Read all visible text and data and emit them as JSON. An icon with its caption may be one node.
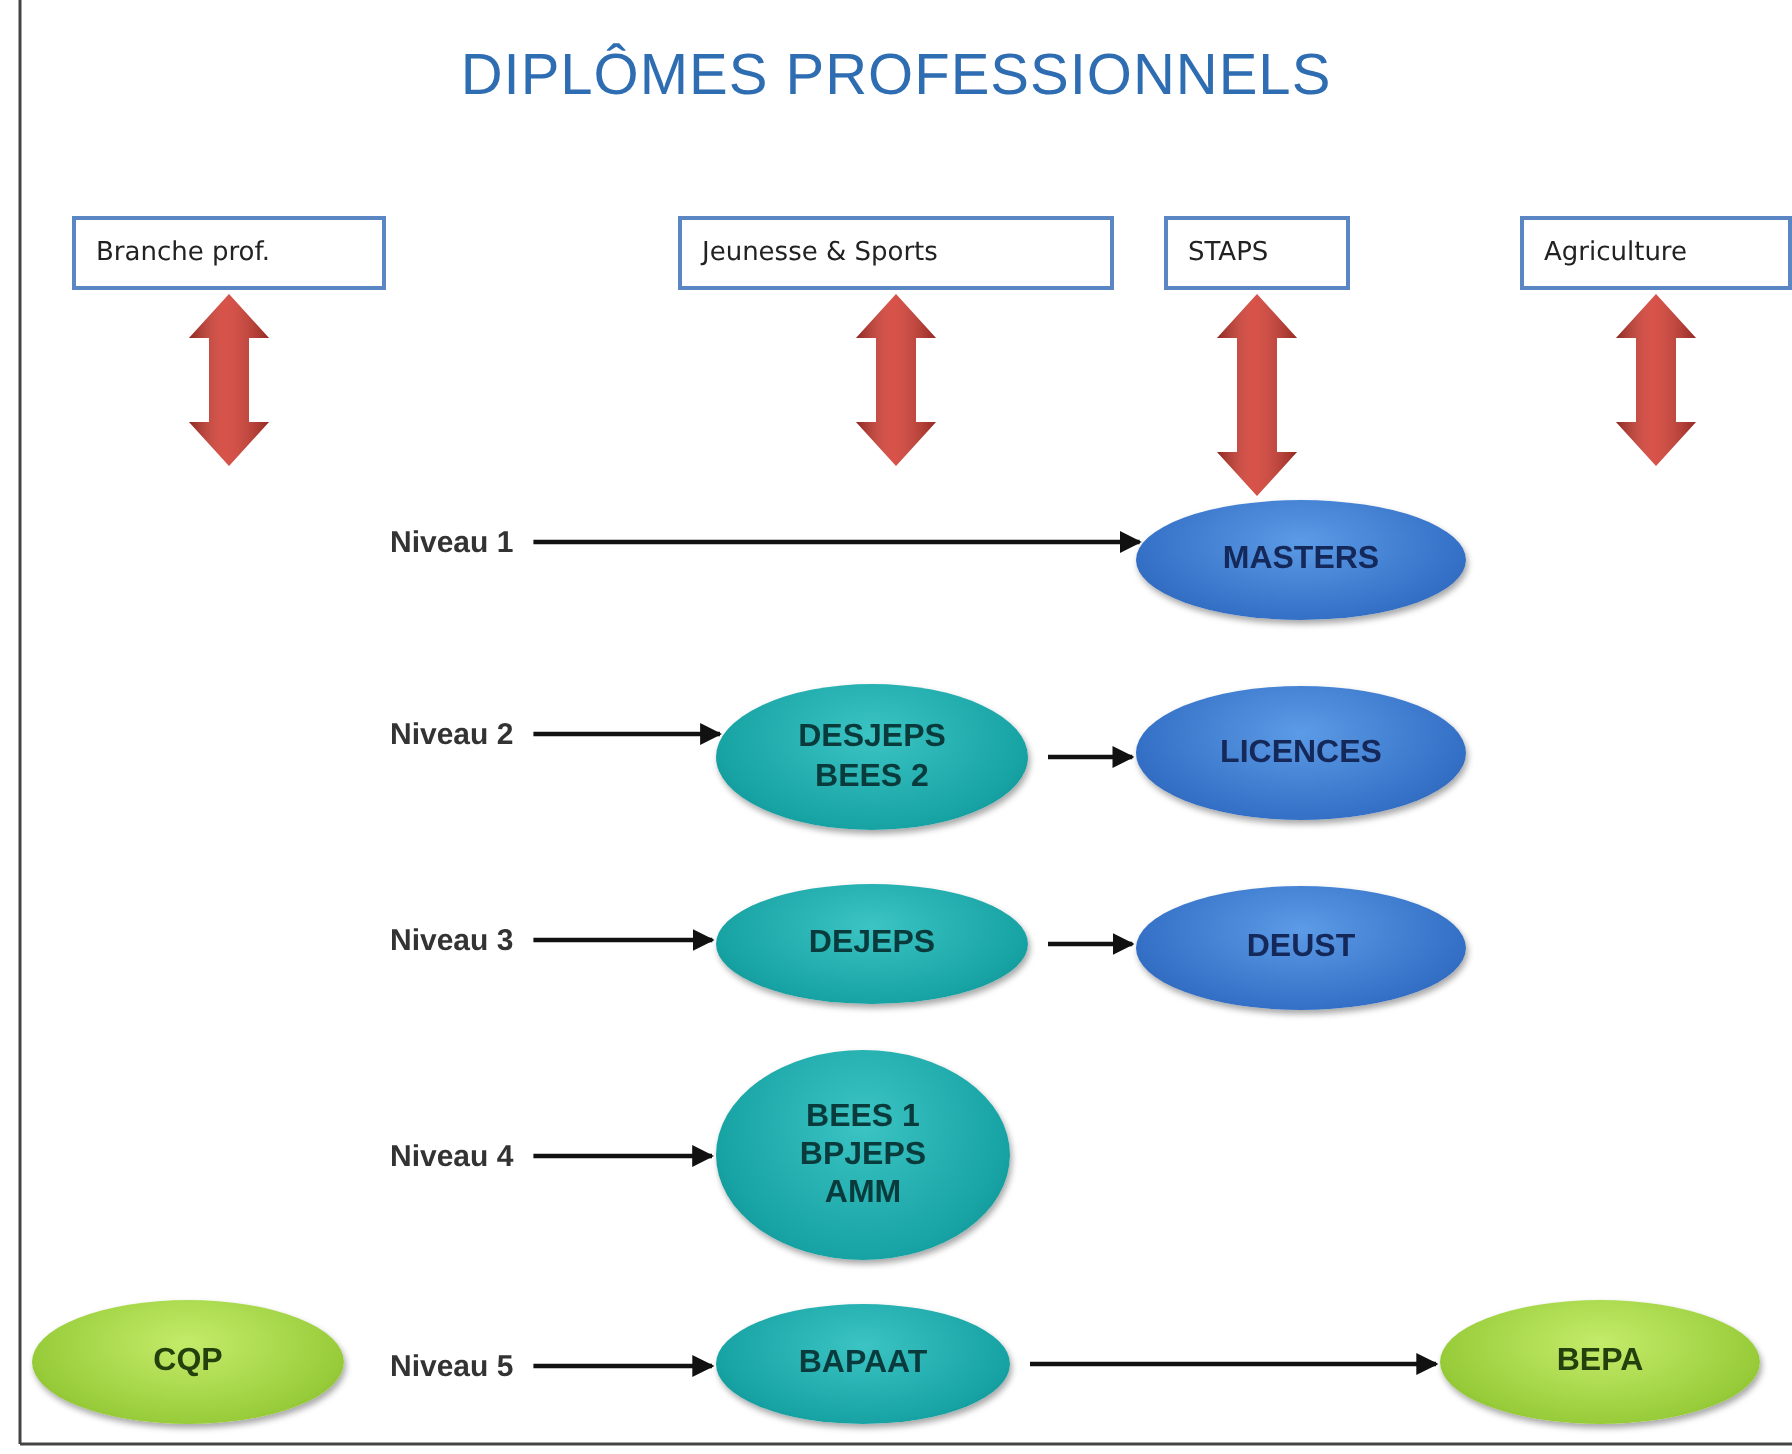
{
  "diagram": {
    "title": "DIPLÔMES PROFESSIONNELS",
    "nodes": [
      {
        "text": [
          "Branche prof."
        ]
      },
      {
        "text": [
          "Jeunesse & Sports"
        ]
      },
      {
        "text": [
          "STAPS"
        ]
      },
      {
        "text": [
          "Agriculture"
        ]
      },
      {
        "text": [
          "Niveau 1"
        ]
      },
      {
        "text": [
          "MASTERS"
        ]
      },
      {
        "text": [
          "Niveau 2"
        ]
      },
      {
        "text": [
          "DESJEPS BEES 2"
        ]
      },
      {
        "text": [
          "LICENCES"
        ]
      },
      {
        "text": [
          "Niveau 3"
        ]
      },
      {
        "text": [
          "DEJEPS"
        ]
      },
      {
        "text": [
          "DEUST"
        ]
      },
      {
        "text": [
          "Niveau 4"
        ]
      },
      {
        "text": [
          "BEES 1 BPJEPS AMM"
        ]
      },
      {
        "text": [
          "CQP"
        ]
      },
      {
        "text": [
          "Niveau 5"
        ]
      },
      {
        "text": [
          "BAPAAT"
        ]
      },
      {
        "text": [
          "BEPA"
        ]
      }
    ],
    "edges": [
      {
        "from": 0,
        "to": null,
        "arrow": "both",
        "style": "thick",
        "color": "#d33b30"
      },
      {
        "from": 1,
        "to": null,
        "arrow": "both",
        "style": "thick",
        "color": "#d33b30"
      },
      {
        "from": 2,
        "to": 5,
        "arrow": "both",
        "style": "thick",
        "color": "#d33b30"
      },
      {
        "from": 3,
        "to": null,
        "arrow": "both",
        "style": "thick",
        "color": "#d33b30"
      },
      {
        "from": 4,
        "to": 5,
        "arrow": "to"
      },
      {
        "from": 6,
        "to": 7,
        "arrow": "to"
      },
      {
        "from": 7,
        "to": 8,
        "arrow": "to"
      },
      {
        "from": 9,
        "to": 10,
        "arrow": "to"
      },
      {
        "from": 10,
        "to": 11,
        "arrow": "to"
      },
      {
        "from": 12,
        "to": 13,
        "arrow": "to"
      },
      {
        "from": 15,
        "to": 16,
        "arrow": "to"
      },
      {
        "from": 16,
        "to": 17,
        "arrow": "to"
      }
    ]
  }
}
